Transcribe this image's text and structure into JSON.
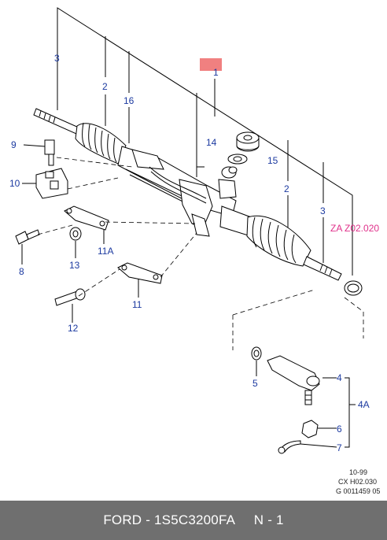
{
  "highlight_color": "#f08080",
  "callout_color": "#1c3aa0",
  "reference_color": "#e0308a",
  "labels": {
    "p1": "1",
    "p2a": "2",
    "p3a": "3",
    "p16": "16",
    "p14": "14",
    "p15": "15",
    "p2b": "2",
    "p3b": "3",
    "p9": "9",
    "p10": "10",
    "p11a": "11A",
    "p8": "8",
    "p13": "13",
    "p11": "11",
    "p12": "12",
    "p5": "5",
    "p4": "4",
    "p4a": "4A",
    "p6": "6",
    "p7": "7"
  },
  "reference": "ZA Z02.020",
  "notes": {
    "date": "10-99",
    "code": "CX H02.030",
    "id": "G 0011459 05"
  },
  "footer": "FORD - 1S5C3200FA     N - 1"
}
